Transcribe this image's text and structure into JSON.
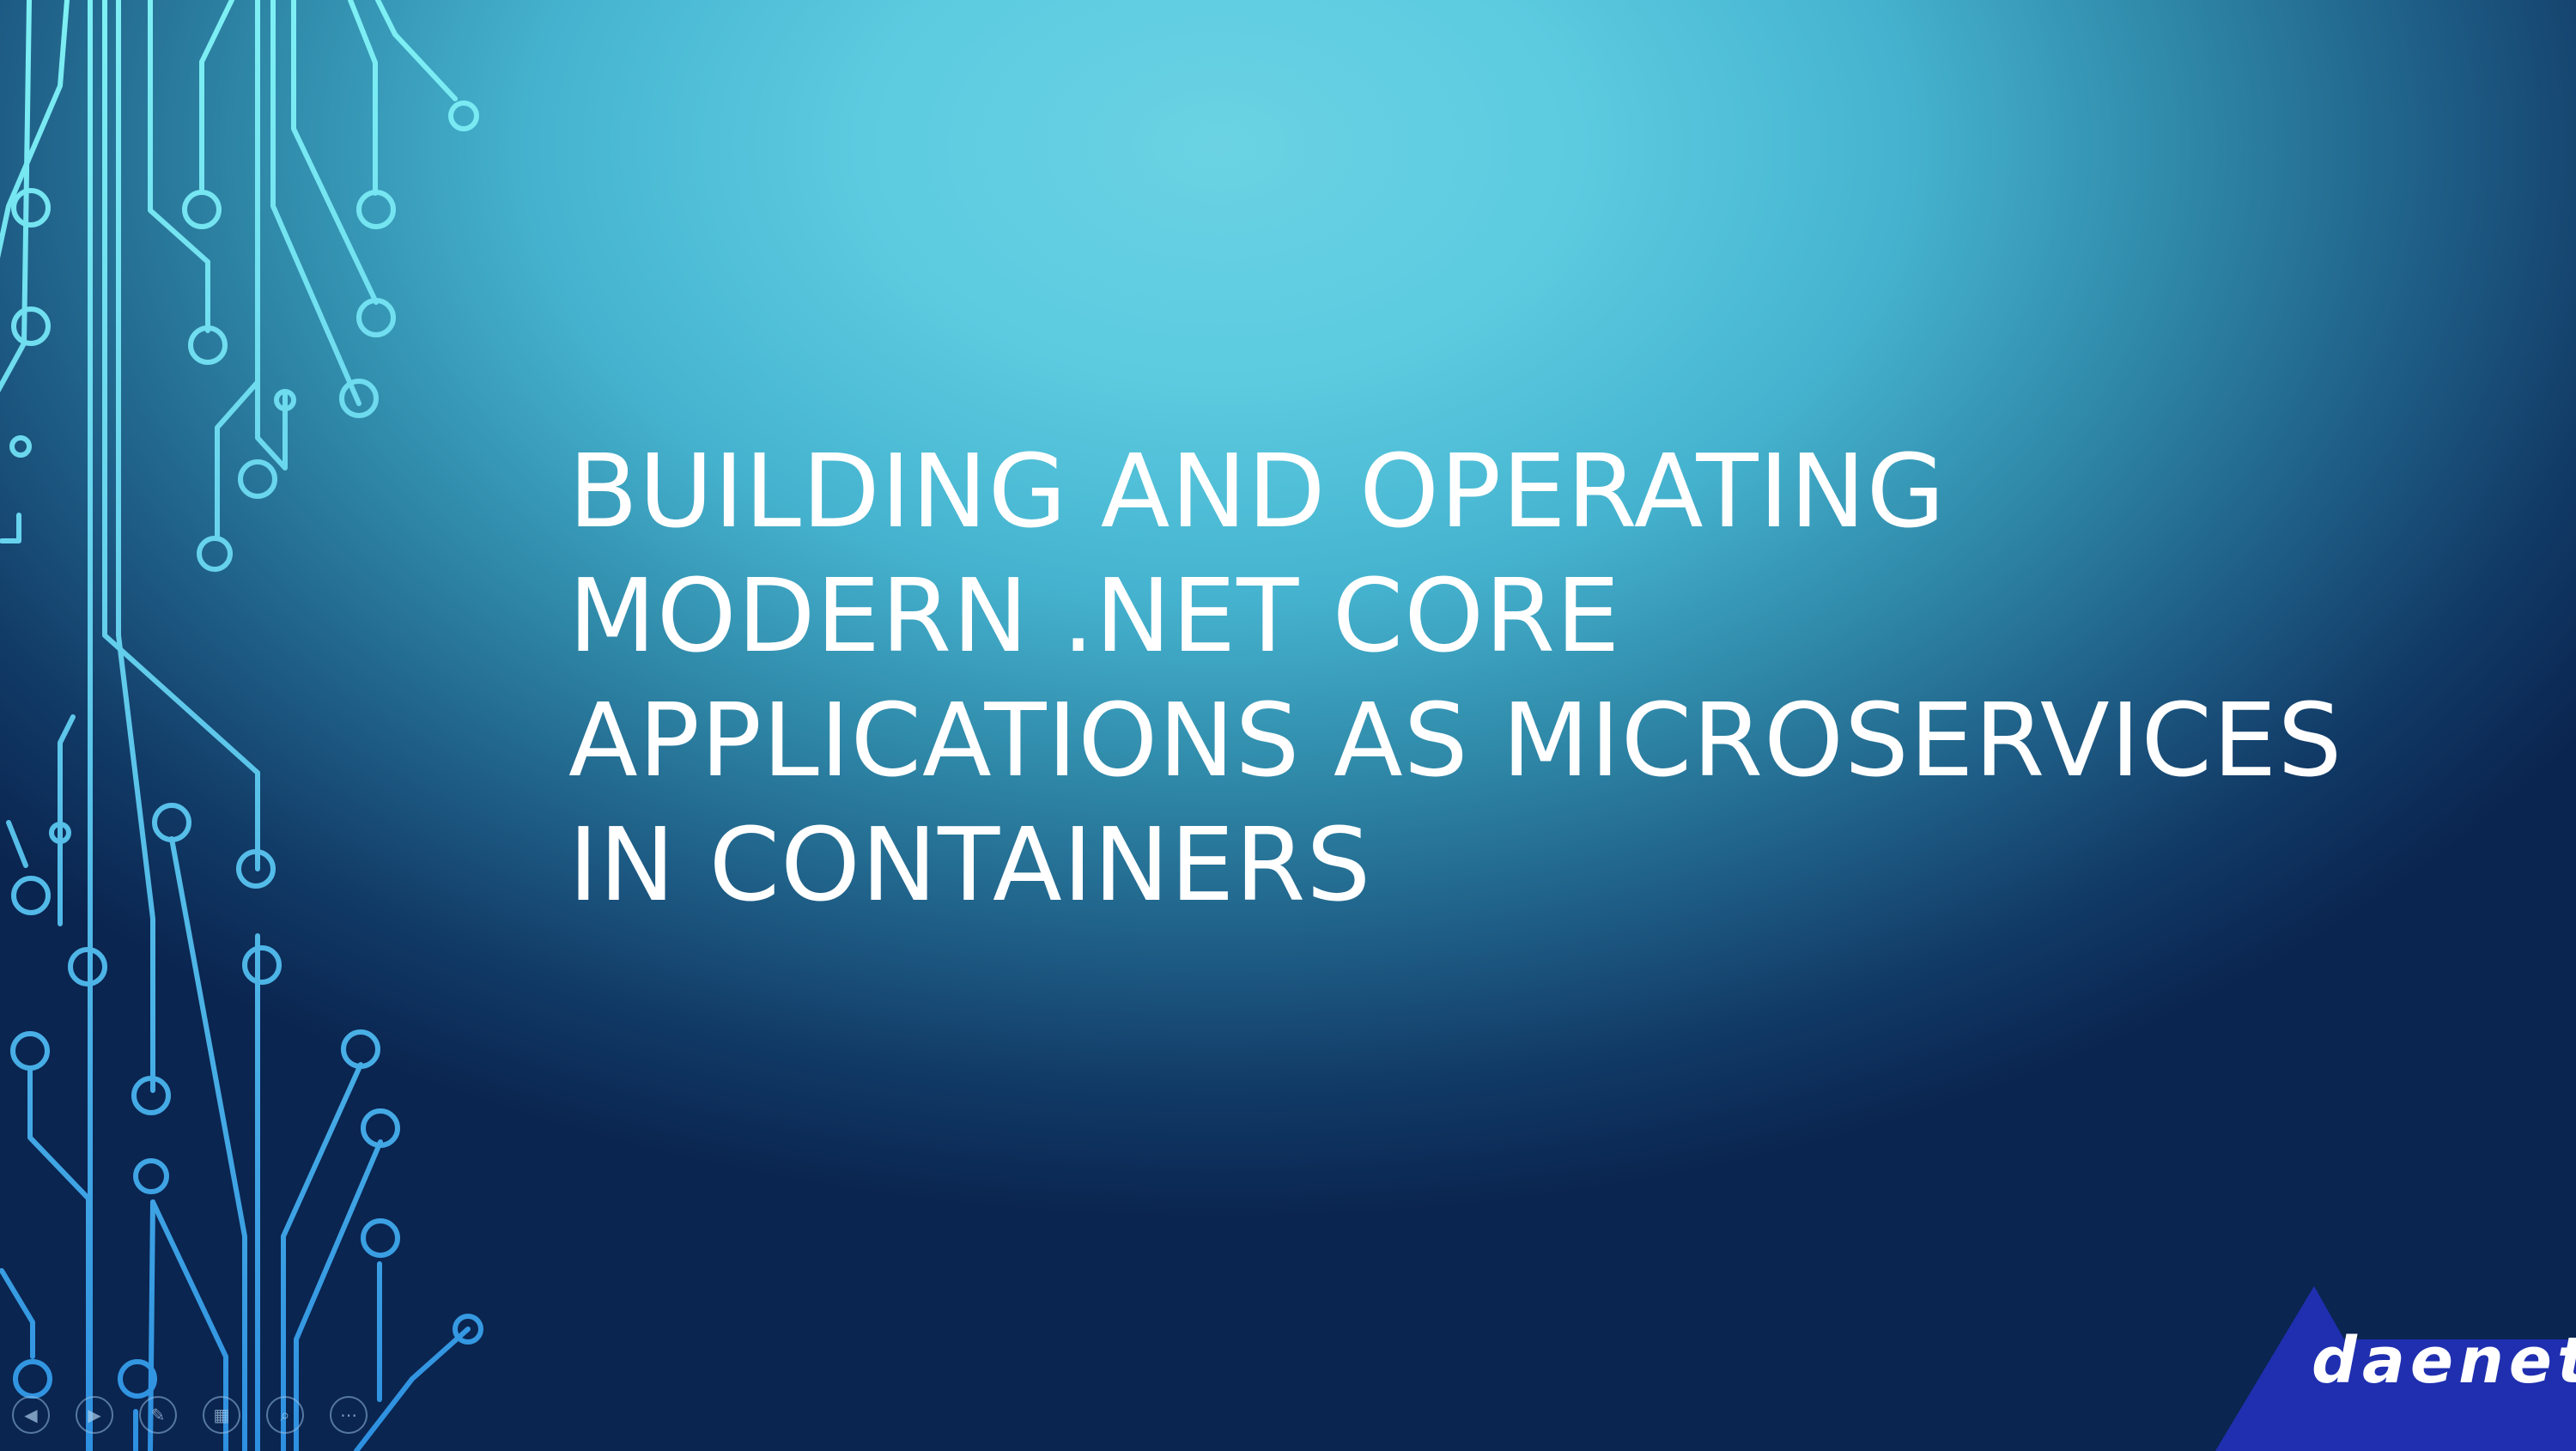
{
  "slide": {
    "title_lines": [
      "BUILDING AND OPERATING",
      "MODERN .NET CORE",
      "APPLICATIONS AS MICROSERVICES",
      "IN CONTAINERS"
    ]
  },
  "logo": {
    "text": "daenet",
    "color": "#1f2fb0"
  },
  "theme": {
    "circuit_top_color": "#7ef0f4",
    "circuit_bottom_color": "#2d8fe0",
    "text_color": "#ffffff"
  },
  "controls": [
    {
      "name": "previous-slide-icon",
      "glyph": "◀"
    },
    {
      "name": "next-slide-icon",
      "glyph": "▶"
    },
    {
      "name": "pen-icon",
      "glyph": "✎"
    },
    {
      "name": "slides-grid-icon",
      "glyph": "▦"
    },
    {
      "name": "zoom-icon",
      "glyph": "⌕"
    },
    {
      "name": "more-options-icon",
      "glyph": "⋯"
    }
  ]
}
